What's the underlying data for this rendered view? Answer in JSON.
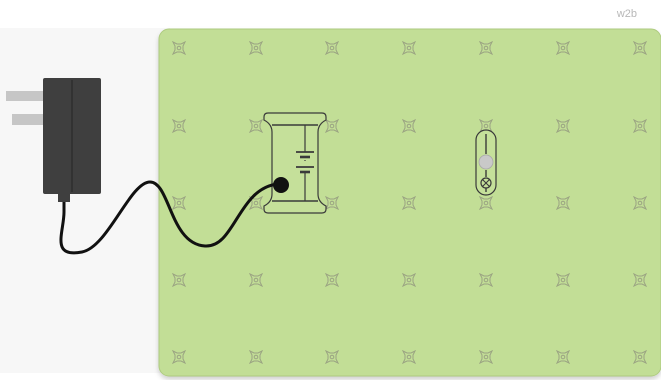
{
  "corner_label": "w2b",
  "colors": {
    "board_fill": "#c2de96",
    "board_border": "#aecb80",
    "peg_color": "#9aa382",
    "module_fill": "#c5e09a",
    "module_stroke": "#3a3a3a",
    "adapter_body": "#3f3f3f",
    "prong": "#c6c6c6",
    "cable": "#111111"
  },
  "icons": {
    "pegs": "snap-peg-icon",
    "battery_module": "battery-symbol-icon",
    "bulb_module": "lamp-symbol-icon",
    "adapter": "power-adapter-icon"
  },
  "board": {
    "peg_rows": 5,
    "peg_cols": 7
  }
}
